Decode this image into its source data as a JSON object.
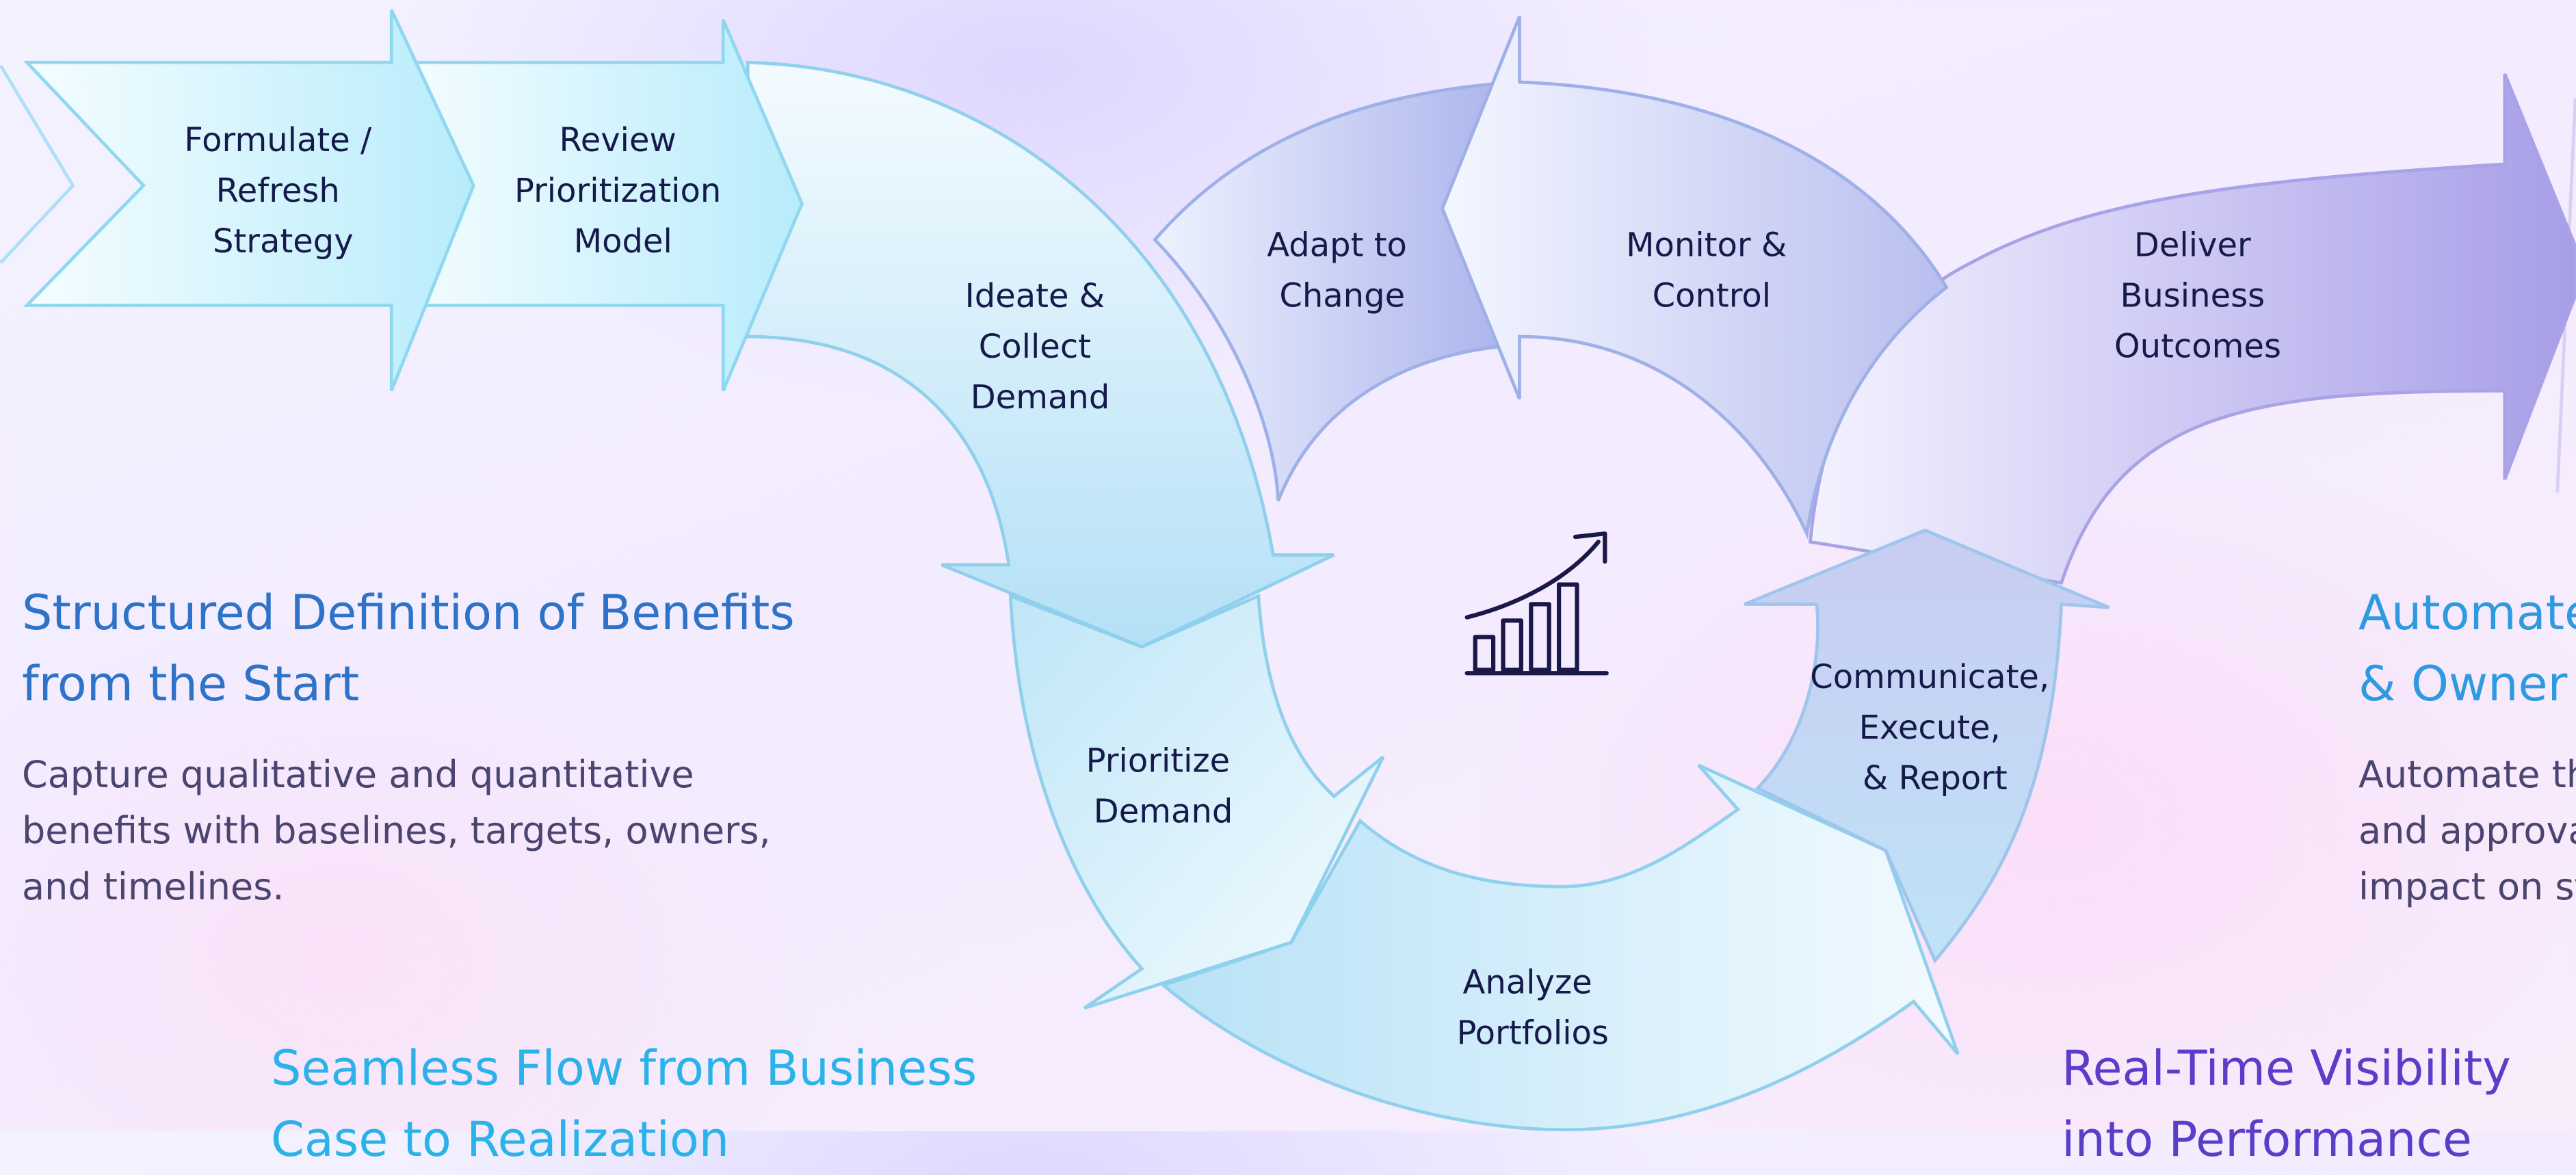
{
  "diagram": {
    "stages": {
      "formulate": [
        "Formulate /",
        "Refresh",
        "Strategy"
      ],
      "review": [
        "Review",
        "Prioritization",
        "Model"
      ],
      "ideate": [
        "Ideate &",
        "Collect",
        "Demand"
      ],
      "adapt": [
        "Adapt to",
        "Change"
      ],
      "monitor": [
        "Monitor &",
        "Control"
      ],
      "deliver": [
        "Deliver",
        "Business",
        "Outcomes"
      ],
      "prioritize": [
        "Prioritize",
        "Demand"
      ],
      "analyze": [
        "Analyze",
        "Portfolios"
      ],
      "communicate": [
        "Communicate,",
        "Execute,",
        "& Report"
      ]
    },
    "center_icon": "growth-bar-chart-icon"
  },
  "features": {
    "benefits": {
      "heading": [
        "Structured Definition of Benefits",
        "from the Start"
      ],
      "body": [
        "Capture qualitative and quantitative",
        "benefits with baselines, targets, owners,",
        "and timelines."
      ]
    },
    "flow": {
      "heading": [
        "Seamless Flow from Business",
        "Case to Realization"
      ]
    },
    "automate": {
      "heading": [
        "Automate",
        "& Owner"
      ],
      "body": [
        "Automate th",
        "and approva",
        "impact on st"
      ]
    },
    "visibility": {
      "heading": [
        "Real-Time Visibility",
        "into Performance"
      ]
    }
  },
  "colors": {
    "primary_text": "#161a4a",
    "heading_blue": "#2f73c9",
    "heading_cyan": "#2ab2e9",
    "heading_purple": "#5c3cc8",
    "body_text": "#4a4470",
    "cyan_fill": "#b8ecfb",
    "periwinkle_fill": "#a9acec",
    "violet_fill": "#aaa2ea"
  }
}
